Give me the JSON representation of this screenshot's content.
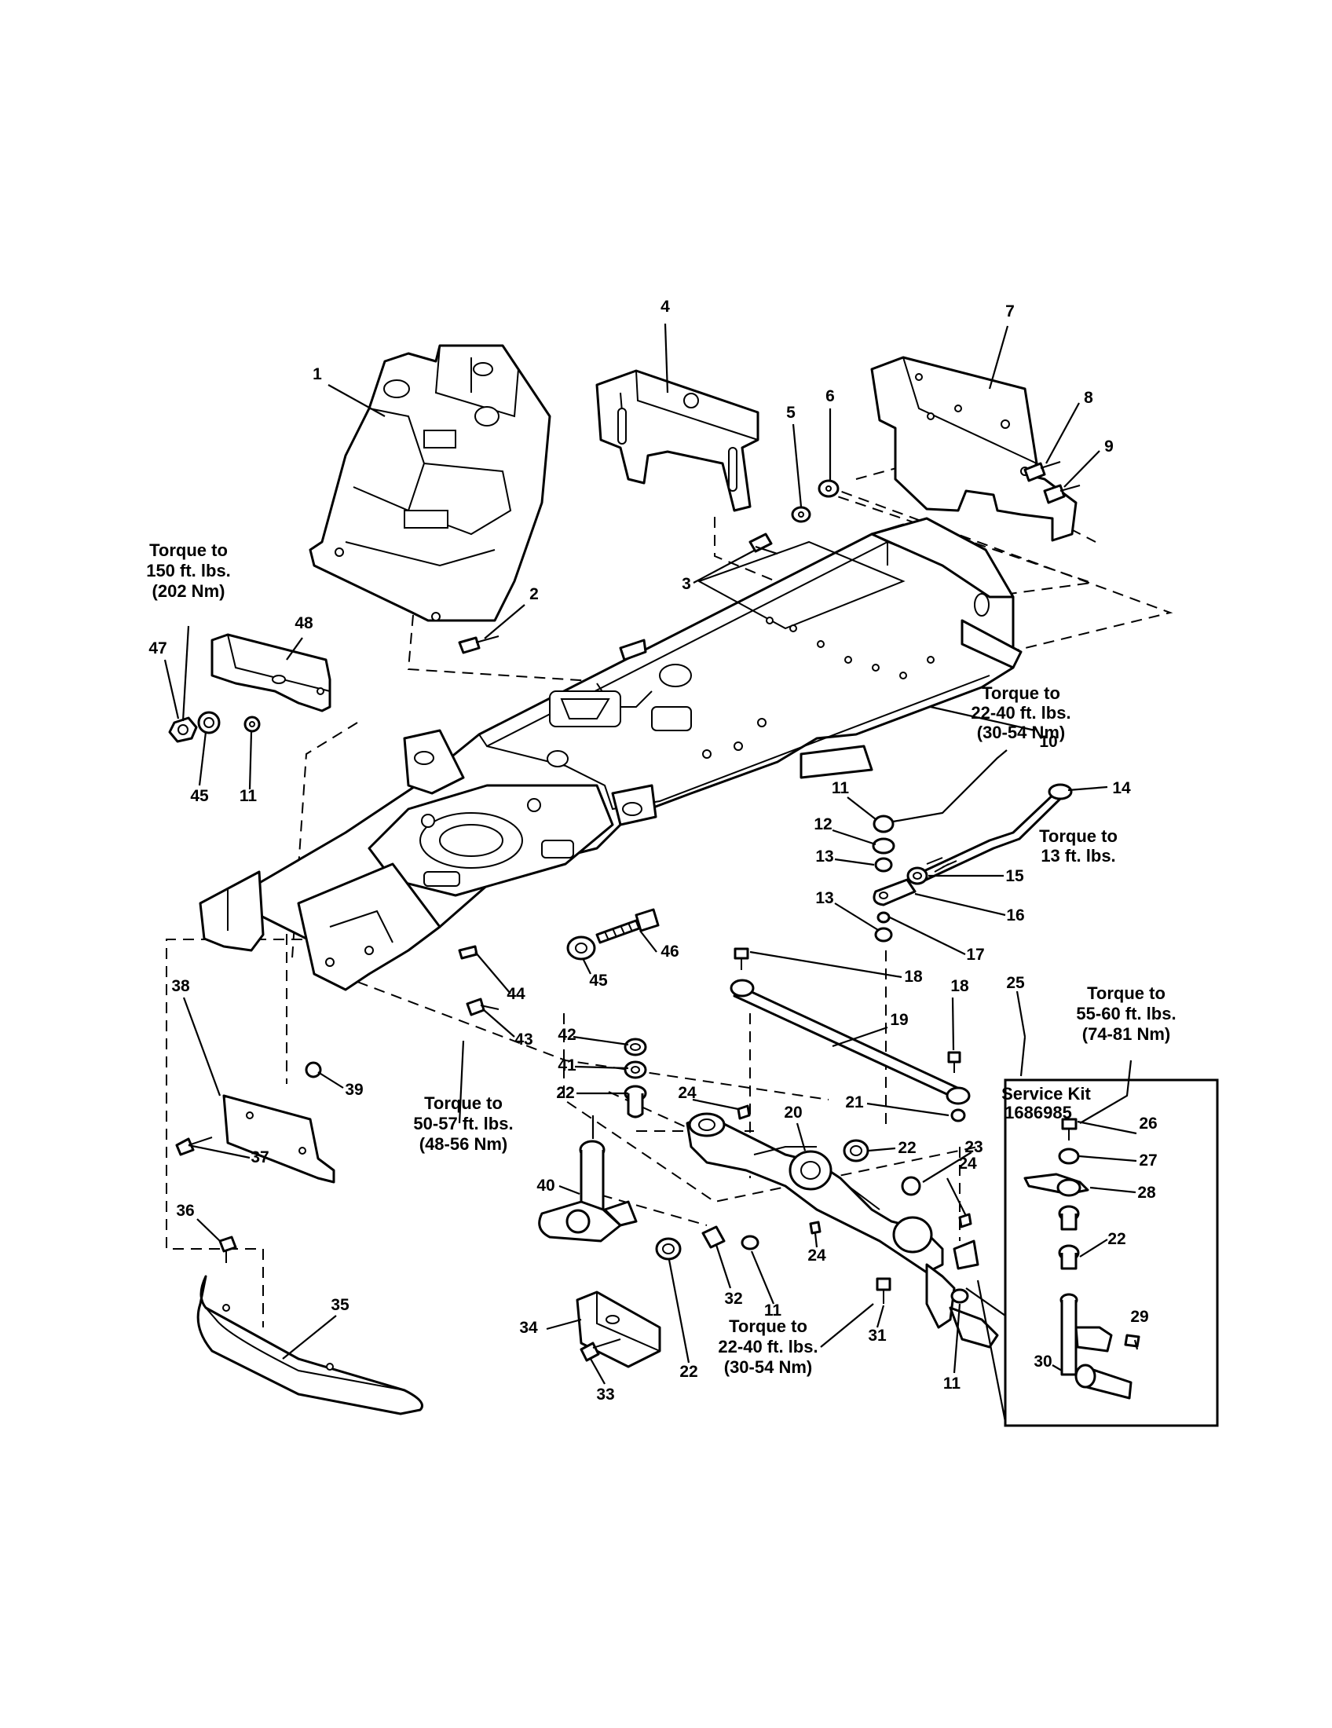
{
  "callouts": {
    "c1": "1",
    "c2": "2",
    "c3": "3",
    "c4": "4",
    "c5": "5",
    "c6": "6",
    "c7": "7",
    "c8": "8",
    "c9": "9",
    "c10": "10",
    "c11a": "11",
    "c11b": "11",
    "c11c": "11",
    "c11d": "11",
    "c12": "12",
    "c13a": "13",
    "c13b": "13",
    "c14": "14",
    "c15": "15",
    "c16": "16",
    "c17": "17",
    "c18a": "18",
    "c18b": "18",
    "c19": "19",
    "c20": "20",
    "c21": "21",
    "c22a": "22",
    "c22b": "22",
    "c22c": "22",
    "c22d": "22",
    "c23": "23",
    "c24a": "24",
    "c24b": "24",
    "c24c": "24",
    "c25": "25",
    "c26": "26",
    "c27": "27",
    "c28": "28",
    "c29": "29",
    "c30": "30",
    "c31": "31",
    "c32": "32",
    "c33": "33",
    "c34": "34",
    "c35": "35",
    "c36": "36",
    "c37": "37",
    "c38": "38",
    "c39": "39",
    "c40": "40",
    "c41": "41",
    "c42": "42",
    "c43": "43",
    "c44": "44",
    "c45a": "45",
    "c45b": "45",
    "c46": "46",
    "c47": "47",
    "c48": "48"
  },
  "notes": {
    "torque_150": [
      "Torque to",
      "150 ft. lbs.",
      "(202 Nm)"
    ],
    "torque_22_40_upper": [
      "Torque to",
      "22-40 ft. lbs.",
      "(30-54 Nm)"
    ],
    "torque_13": [
      "Torque to",
      "13 ft. lbs."
    ],
    "torque_55_60": [
      "Torque to",
      "55-60 ft. lbs.",
      "(74-81 Nm)"
    ],
    "torque_50_57": [
      "Torque to",
      "50-57 ft. lbs.",
      "(48-56 Nm)"
    ],
    "torque_22_40_lower": [
      "Torque to",
      "22-40 ft. lbs.",
      "(30-54 Nm)"
    ],
    "service_kit": [
      "Service Kit",
      "1686985"
    ]
  }
}
